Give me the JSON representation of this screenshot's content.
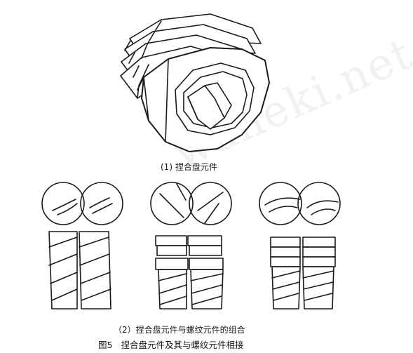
{
  "figure": {
    "caption_1": "(1) 捏合盘元件",
    "caption_2": "（2）捏合盘元件与螺纹元件的组合",
    "caption_3_number": "图5",
    "caption_3_text": "捏合盘元件及其与螺纹元件相接",
    "watermark": "waneki.net"
  },
  "colors": {
    "ink": "#1a1a1a",
    "paper": "#ffffff",
    "watermark": "#e6e6e6"
  },
  "icons": [
    "kneading-disc-illustration",
    "screw-element-illustration"
  ]
}
